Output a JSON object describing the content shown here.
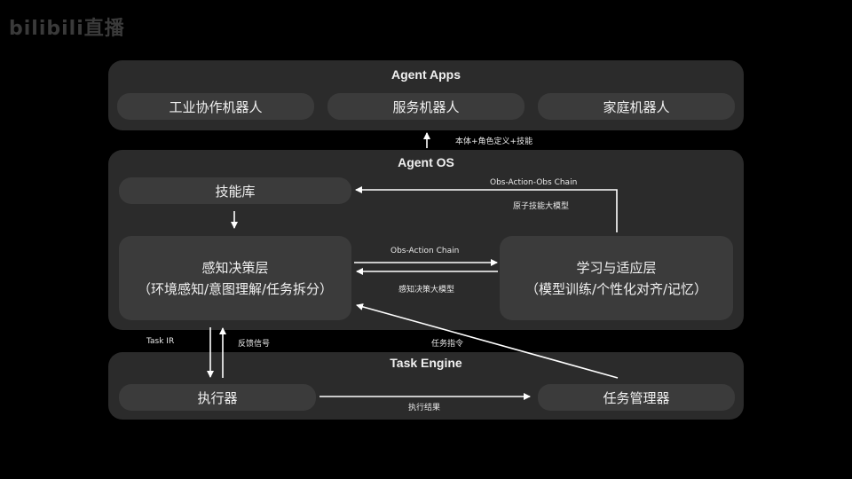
{
  "watermark": "bilibili直播",
  "agent_apps": {
    "title": "Agent Apps",
    "items": [
      "工业协作机器人",
      "服务机器人",
      "家庭机器人"
    ]
  },
  "agent_os": {
    "title": "Agent OS",
    "skill_lib": "技能库",
    "perception": {
      "title": "感知决策层",
      "subtitle": "（环境感知/意图理解/任务拆分）"
    },
    "learning": {
      "title": "学习与适应层",
      "subtitle": "（模型训练/个性化对齐/记忆）"
    }
  },
  "task_engine": {
    "title": "Task Engine",
    "executor": "执行器",
    "manager": "任务管理器"
  },
  "edges": {
    "os_to_apps": "本体+角色定义+技能",
    "obs_action_obs_chain": "Obs-Action-Obs Chain",
    "atomic_skill_model": "原子技能大模型",
    "obs_action_chain": "Obs-Action Chain",
    "perception_model": "感知决策大模型",
    "task_ir": "Task IR",
    "feedback": "反馈信号",
    "task_command": "任务指令",
    "exec_result": "执行结果"
  },
  "colors": {
    "background": "#000000",
    "panel": "#2b2b2b",
    "box": "#3b3b3b",
    "text": "#f0f0f0",
    "arrow": "#ffffff"
  }
}
